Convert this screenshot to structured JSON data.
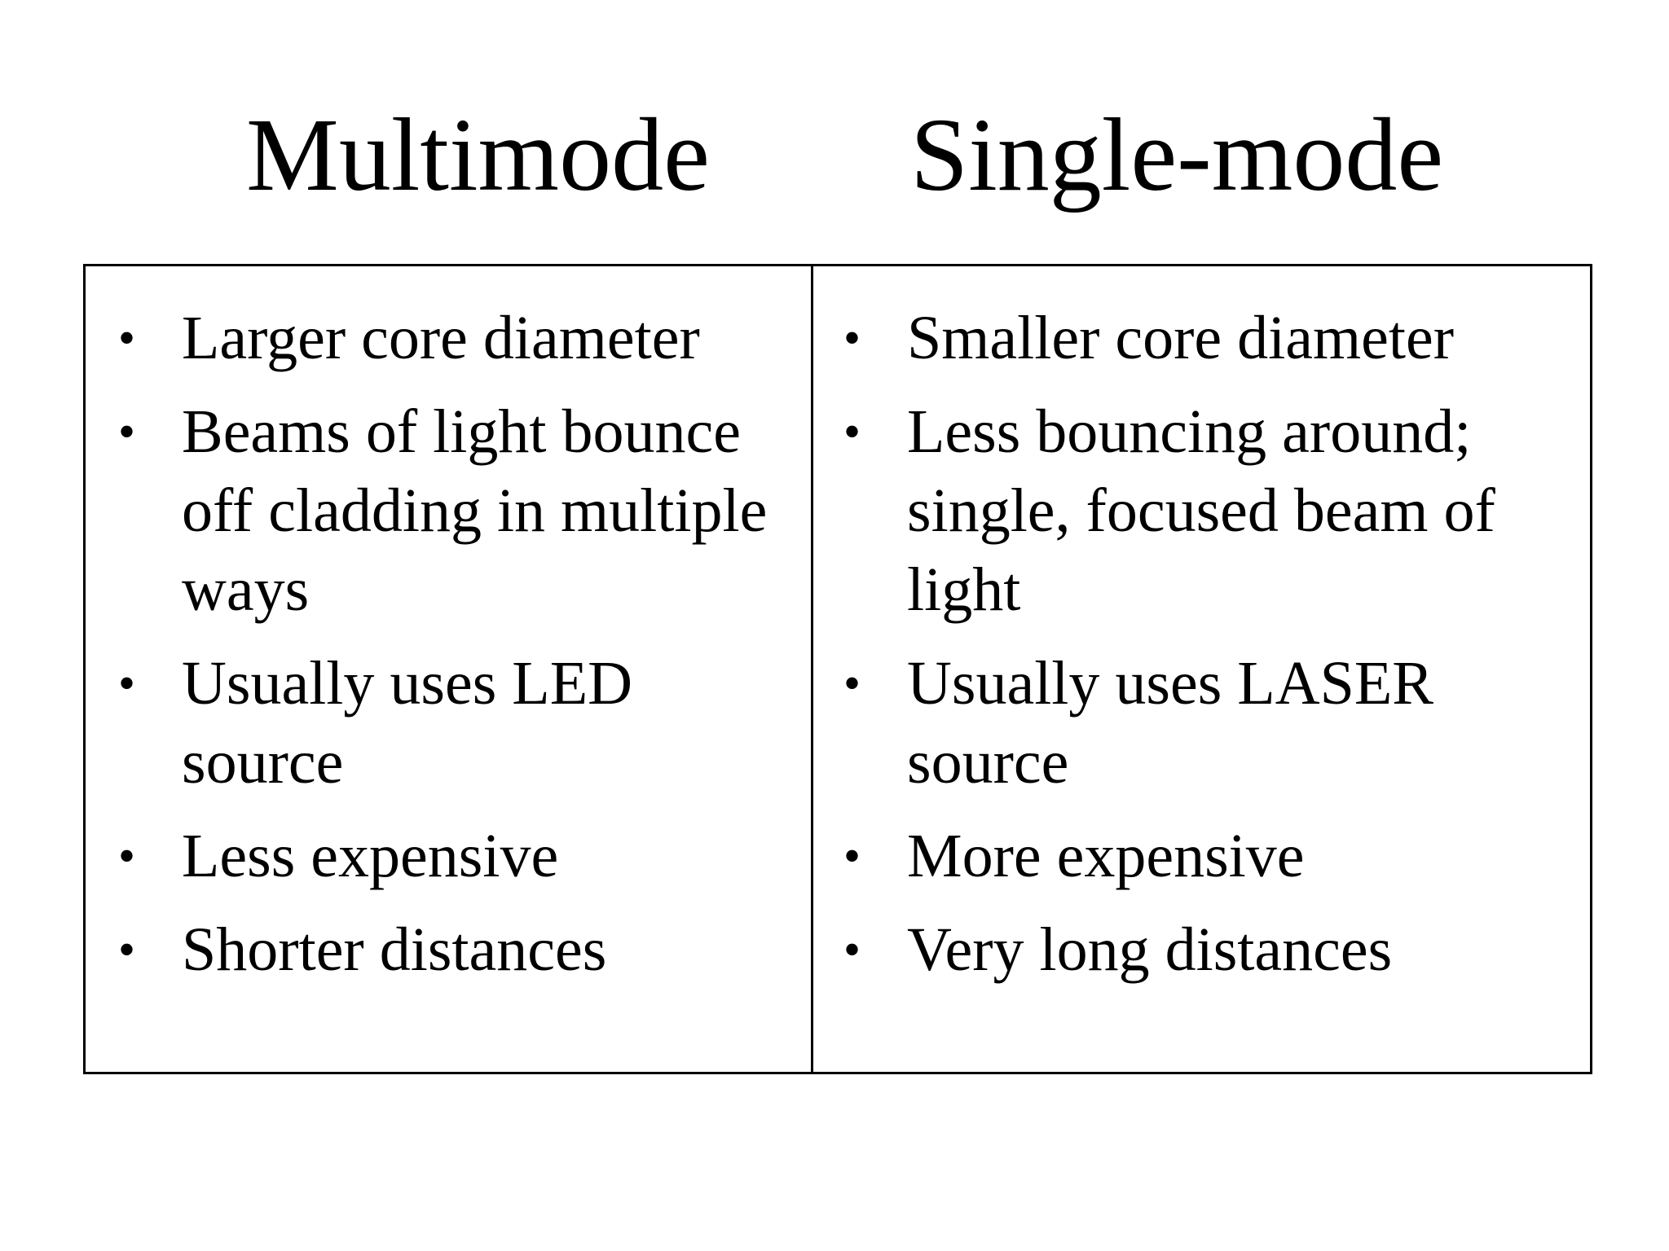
{
  "headings": {
    "left": "Multimode",
    "right": "Single-mode"
  },
  "columns": {
    "left": [
      "Larger core diameter",
      "Beams of light bounce off cladding in multiple ways",
      "Usually uses LED source",
      "Less expensive",
      "Shorter distances"
    ],
    "right": [
      "Smaller core diameter",
      "Less bouncing around; single, focused beam of light",
      "Usually uses LASER source",
      "More expensive",
      "Very long distances"
    ]
  },
  "bullet_glyph": "•"
}
